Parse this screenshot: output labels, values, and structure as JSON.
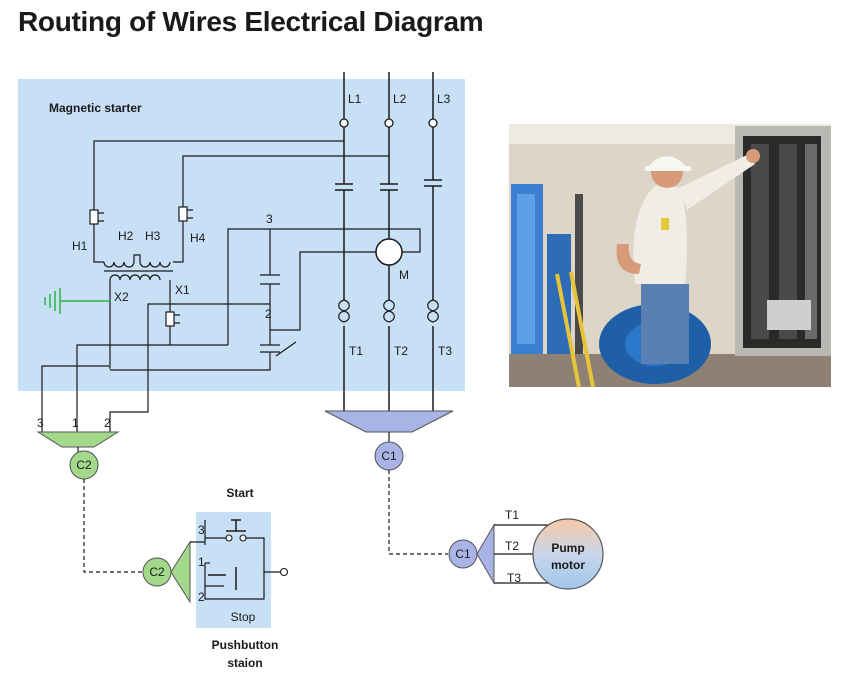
{
  "title": "Routing of Wires Electrical Diagram",
  "starter": {
    "label": "Magnetic starter"
  },
  "lines": [
    "L1",
    "L2",
    "L3"
  ],
  "terminals": [
    "T1",
    "T2",
    "T3"
  ],
  "coil_terminals": {
    "h1": "H1",
    "h2": "H2",
    "h3": "H3",
    "h4": "H4",
    "x1": "X1",
    "x2": "X2"
  },
  "motor_label": "M",
  "aux_labels": {
    "three": "3",
    "two": "2"
  },
  "connectors": {
    "c1": "C1",
    "c2": "C2"
  },
  "cable_c2_pins": [
    "3",
    "1",
    "2"
  ],
  "pushbutton": {
    "start": "Start",
    "stop": "Stop",
    "pins": [
      "3",
      "1",
      "2"
    ],
    "station_line1": "Pushbutton",
    "station_line2": "staion"
  },
  "motor": {
    "label_line1": "Pump",
    "label_line2": "motor",
    "terminals": [
      "T1",
      "T2",
      "T3"
    ]
  },
  "colors": {
    "panel_fill": "#c8e0f6",
    "connector_green": "#a3d98a",
    "connector_blue": "#a9b4e6",
    "ground_green": "#2db34a"
  }
}
